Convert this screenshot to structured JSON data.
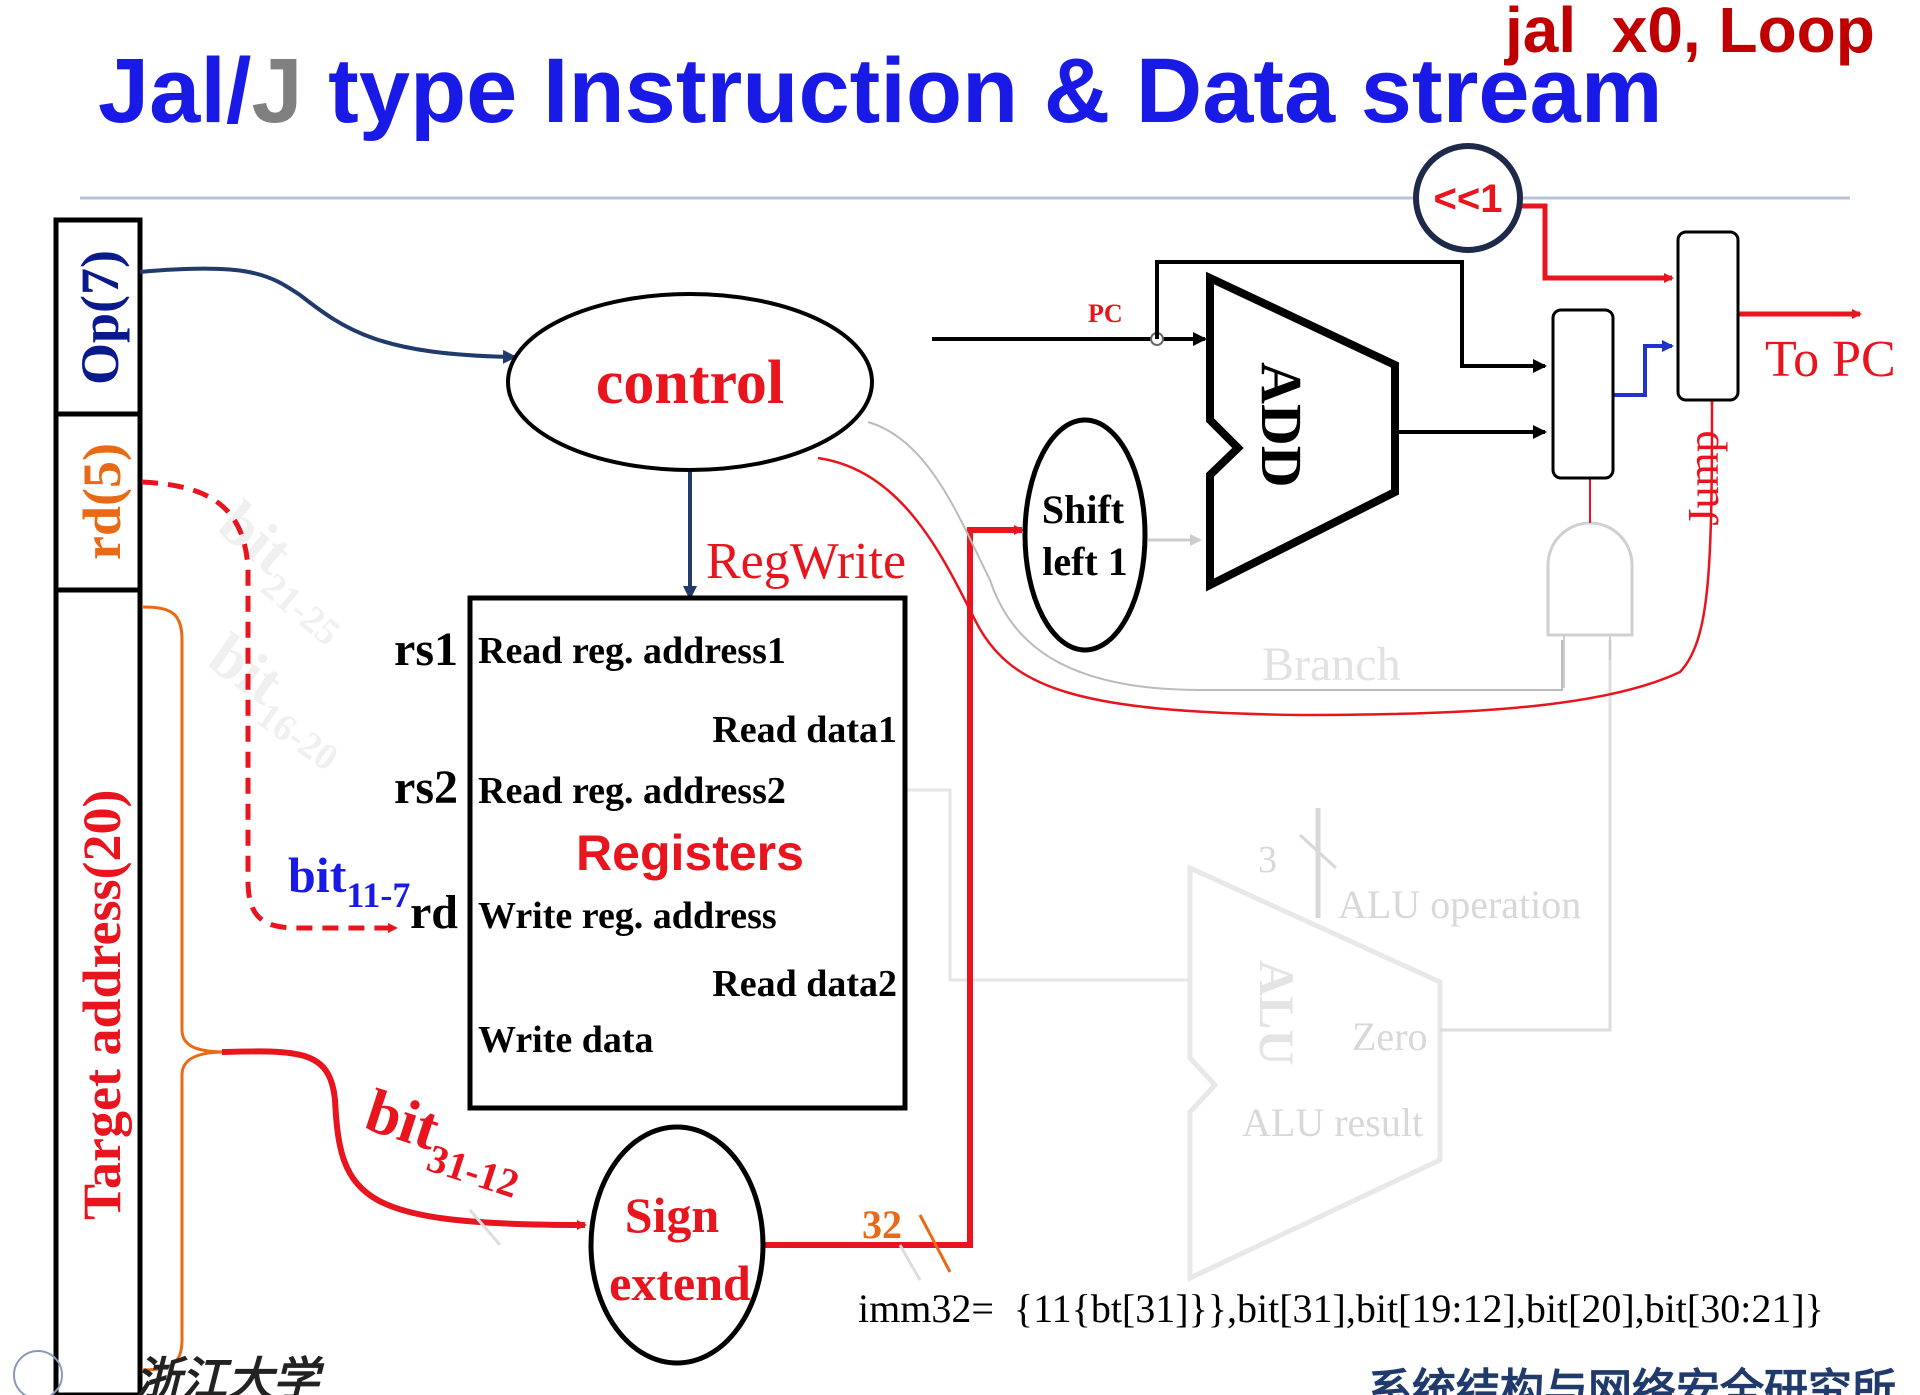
{
  "slide": {
    "title_part1": "Jal/",
    "title_j": "J",
    "title_part2": " type Instruction & Data stream",
    "instruction_example": "jal  x0, Loop",
    "footer_logo_text": "浙江大学",
    "footer_lab_text": "系统结构与网络安全研究所"
  },
  "instruction_fields": {
    "op": "Op(7)",
    "rd": "rd(5)",
    "target": "Target address(20)"
  },
  "control": {
    "label": "control",
    "regwrite": "RegWrite",
    "jump": "Jump",
    "branch": "Branch"
  },
  "registers": {
    "title": "Registers",
    "rs1": "rs1",
    "rs2": "rs2",
    "rd": "rd",
    "read_addr1": "Read reg. address1",
    "read_data1": "Read data1",
    "read_addr2": "Read reg. address2",
    "write_addr": "Write reg. address",
    "read_data2": "Read data2",
    "write_data": "Write data"
  },
  "bits": {
    "bit": "bit",
    "rd_sub": "11-7",
    "imm_sub": "31-12",
    "faded1_sub": "21-25",
    "faded2_sub": "16-20"
  },
  "sign_extend": {
    "line1": "Sign",
    "line2": "extend",
    "width": "32"
  },
  "shift": {
    "line1": "Shift",
    "line2": "left 1"
  },
  "pc": "PC",
  "adder": "ADD",
  "shift_circle": "<<1",
  "to_pc": "To PC",
  "alu": {
    "label": "ALU",
    "operation": "ALU operation",
    "zero": "Zero",
    "result": "ALU result",
    "op_width": "3"
  },
  "imm_formula": "imm32=  {11{bt[31]}},bit[31],bit[19:12],bit[20],bit[30:21]}",
  "colors": {
    "title_blue": "#1a1ae6",
    "title_gray": "#808080",
    "red": "#e8141e",
    "dark_red": "#c00000",
    "navy": "#1f3a6b",
    "orange": "#e86a17",
    "faded": "#d8d8d8"
  }
}
